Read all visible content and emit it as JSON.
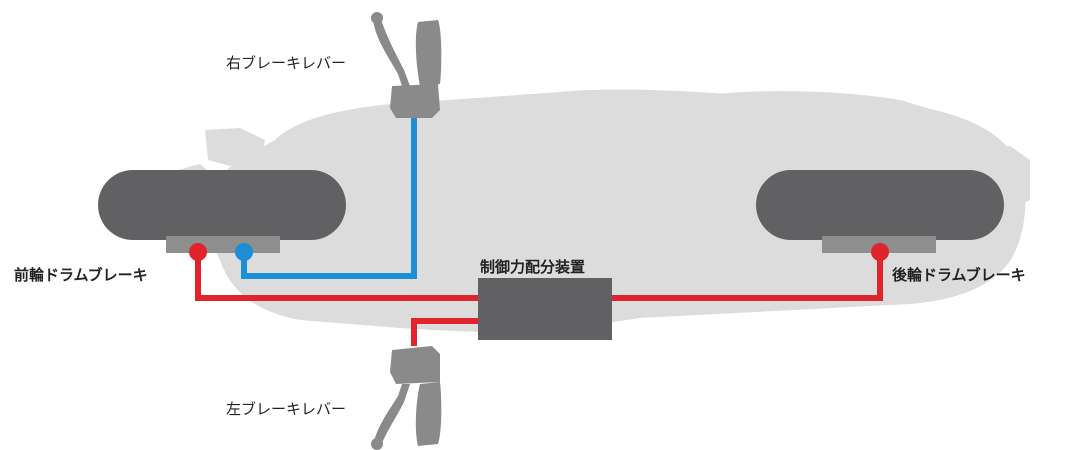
{
  "labels": {
    "right_lever": "右ブレーキレバー",
    "left_lever": "左ブレーキレバー",
    "front_brake": "前輪ドラムブレーキ",
    "rear_brake": "後輪ドラムブレーキ",
    "distributor": "制御力配分装置"
  },
  "colors": {
    "body_silhouette": "#dcdcdc",
    "tire": "#616163",
    "brake_drum": "#8e8e8e",
    "lever": "#8a8a8a",
    "distributor": "#616163",
    "front_line": "#e0242b",
    "rear_line": "#e0242b",
    "right_lever_line": "#1a8fd6"
  }
}
